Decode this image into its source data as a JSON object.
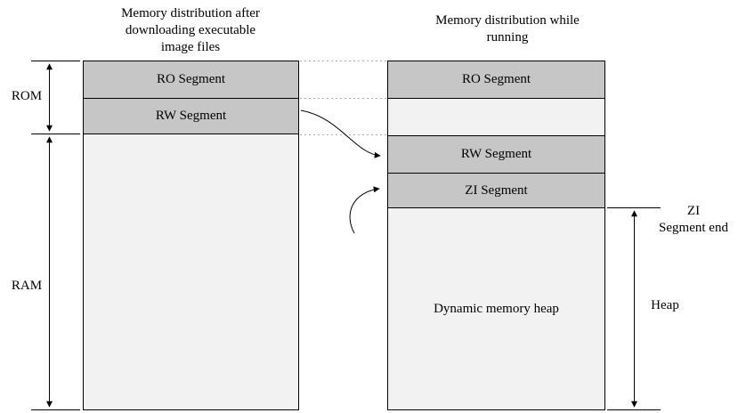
{
  "titles": {
    "left": "Memory distribution after\ndownloading executable\nimage files",
    "right": "Memory distribution while\nrunning"
  },
  "left_column": {
    "ro": "RO Segment",
    "rw": "RW Segment"
  },
  "right_column": {
    "ro": "RO Segment",
    "rw": "RW Segment",
    "zi": "ZI Segment",
    "heap": "Dynamic memory heap"
  },
  "side_labels": {
    "rom": "ROM",
    "ram": "RAM",
    "zi_end": "ZI\nSegment end",
    "heap": "Heap"
  },
  "colors": {
    "segment_fill": "#c6c6c6",
    "light_fill": "#f2f2f2",
    "border": "#000000",
    "dotted_line": "#aaaaaa",
    "bg": "#ffffff"
  }
}
